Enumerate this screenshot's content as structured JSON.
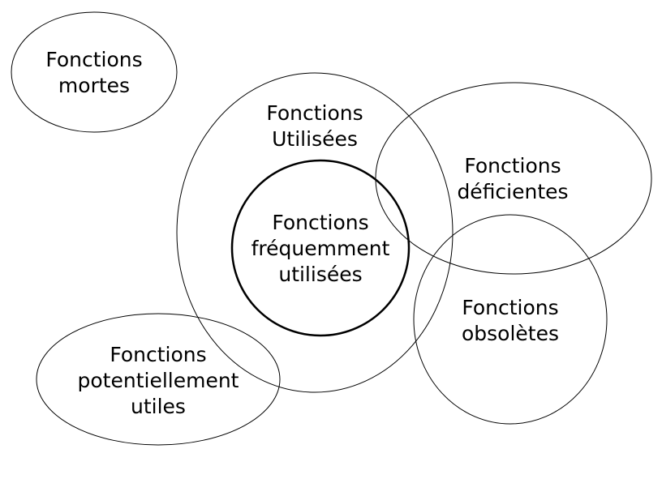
{
  "colors": {
    "stroke": "#000000",
    "background": "#ffffff"
  },
  "regions": {
    "mortes": {
      "lines": [
        "Fonctions",
        "mortes"
      ]
    },
    "utilisees": {
      "lines": [
        "Fonctions",
        "Utilisées"
      ]
    },
    "frequemment": {
      "lines": [
        "Fonctions",
        "fréquemment",
        "utilisées"
      ]
    },
    "deficientes": {
      "lines": [
        "Fonctions",
        "déficientes"
      ]
    },
    "obsoletes": {
      "lines": [
        "Fonctions",
        "obsolètes"
      ]
    },
    "potentiellement": {
      "lines": [
        "Fonctions",
        "potentiellement",
        "utiles"
      ]
    }
  }
}
